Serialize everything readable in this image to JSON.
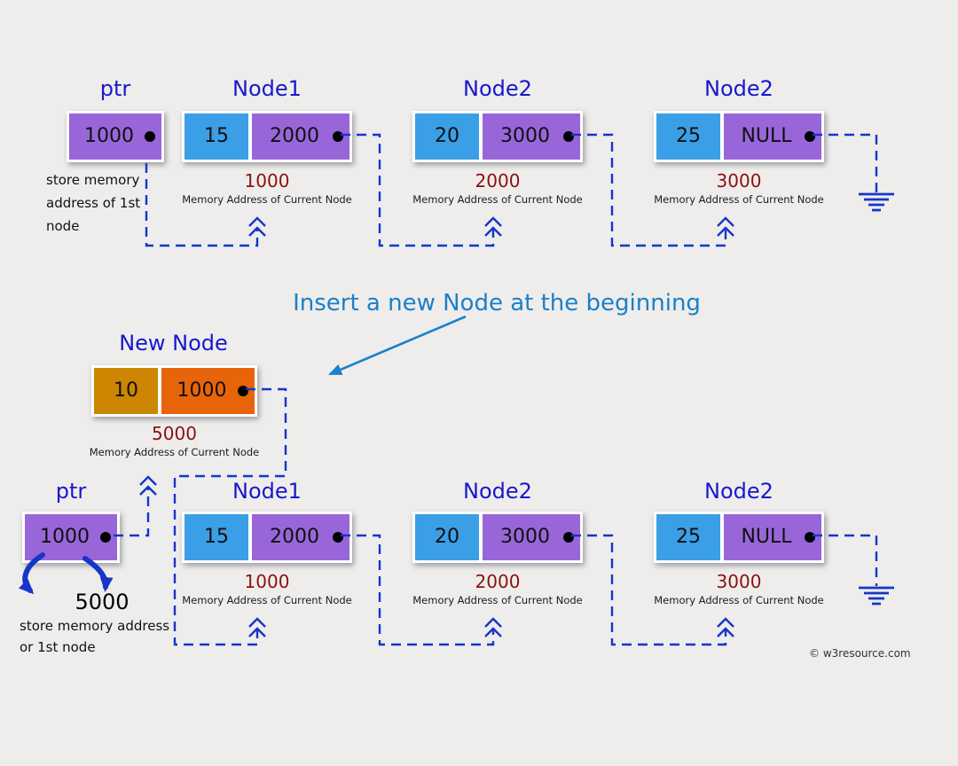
{
  "title": "Insert a new Node at the beginning",
  "watermark": "© w3resource.com",
  "colors": {
    "background": "#eeedec",
    "value_box_blue": "#3a9fe6",
    "pointer_box_purple": "#9966d9",
    "new_node_value_orange": "#cc8602",
    "new_node_pointer_orange": "#e8640a",
    "label_blue": "#1818cc",
    "address_dark_red": "#8b1111",
    "connector_blue": "#1536c8",
    "title_blue": "#1b80c8"
  },
  "top_list": {
    "ptr": {
      "label": "ptr",
      "value": "1000",
      "note": "store memory address of 1st node"
    },
    "nodes": [
      {
        "label": "Node1",
        "value": "15",
        "next": "2000",
        "address": "1000",
        "caption": "Memory Address of Current Node"
      },
      {
        "label": "Node2",
        "value": "20",
        "next": "3000",
        "address": "2000",
        "caption": "Memory Address of Current Node"
      },
      {
        "label": "Node2",
        "value": "25",
        "next": "NULL",
        "address": "3000",
        "caption": "Memory Address of Current Node"
      }
    ]
  },
  "bottom_list": {
    "new_node": {
      "label": "New Node",
      "value": "10",
      "next": "1000",
      "address": "5000",
      "caption": "Memory Address of Current Node"
    },
    "ptr": {
      "label": "ptr",
      "value": "1000",
      "pointed_address": "5000",
      "note": "store memory address or 1st node"
    },
    "nodes": [
      {
        "label": "Node1",
        "value": "15",
        "next": "2000",
        "address": "1000",
        "caption": "Memory Address of Current Node"
      },
      {
        "label": "Node2",
        "value": "20",
        "next": "3000",
        "address": "2000",
        "caption": "Memory Address of Current Node"
      },
      {
        "label": "Node2",
        "value": "25",
        "next": "NULL",
        "address": "3000",
        "caption": "Memory Address of Current Node"
      }
    ]
  }
}
